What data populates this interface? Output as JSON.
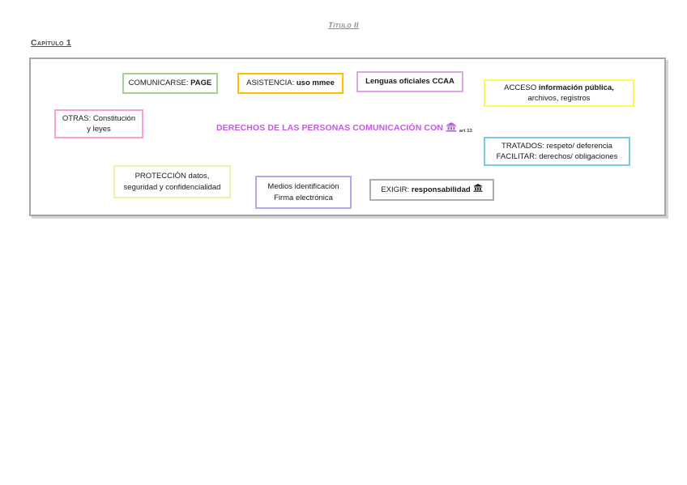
{
  "page": {
    "title": "Título II",
    "chapter": "Capítulo 1"
  },
  "colors": {
    "outer_frame_border": "#a6a6a6",
    "heading_text": "#c558e6",
    "heading_icon": "#b054dc",
    "art_note": "#333333",
    "comunicarse_border": "#a9d18e",
    "asistencia_border": "#ffc000",
    "lenguas_border": "#e0a4e8",
    "acceso_border": "#fafa5e",
    "otras_border": "#ff9bd5",
    "tratados_border": "#77ccec",
    "proteccion_border": "#eef2a4",
    "medios_border": "#acace8",
    "exigir_border": "#adadad"
  },
  "heading": {
    "text": "DERECHOS DE LAS PERSONAS COMUNICACIÓN CON",
    "icon": "bank-building-icon",
    "annotation": "art 13"
  },
  "boxes": {
    "comunicarse": {
      "prefix": "COMUNICARSE: ",
      "bold": "PAGE"
    },
    "asistencia": {
      "prefix": "ASISTENCIA: ",
      "bold": "uso mmee"
    },
    "lenguas": {
      "text": "Lenguas oficiales CCAA"
    },
    "acceso": {
      "line1_prefix": "ACCESO ",
      "line1_bold": "información pública,",
      "line2": "archivos, registros"
    },
    "otras": {
      "line1": "OTRAS: Constitución",
      "line2": "y leyes"
    },
    "tratados": {
      "line1": "TRATADOS: respeto/ deferencia",
      "line2": "FACILITAR: derechos/ obligaciones"
    },
    "proteccion": {
      "line1": "PROTECCIÓN datos,",
      "line2": "seguridad y confidencialidad"
    },
    "medios": {
      "line1": "Medios identificación",
      "line2": "Firma electrónica"
    },
    "exigir": {
      "prefix": "EXIGIR: ",
      "bold": "responsabilidad",
      "icon": "bank-building-icon"
    }
  }
}
